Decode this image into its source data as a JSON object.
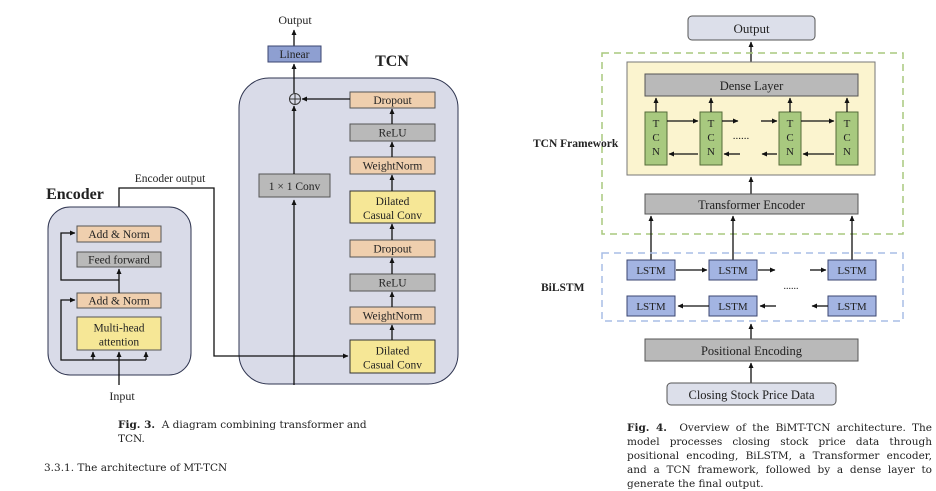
{
  "figure3": {
    "output_label": "Output",
    "linear_label": "Linear",
    "tcn_title": "TCN",
    "encoder_title": "Encoder",
    "encoder_output_label": "Encoder output",
    "input_label": "Input",
    "conv1x1_label": "1 × 1 Conv",
    "tcn_blocks": [
      {
        "line1": "Dropout",
        "line2": ""
      },
      {
        "line1": "ReLU",
        "line2": ""
      },
      {
        "line1": "WeightNorm",
        "line2": ""
      },
      {
        "line1": "Dilated",
        "line2": "Casual Conv"
      },
      {
        "line1": "Dropout",
        "line2": ""
      },
      {
        "line1": "ReLU",
        "line2": ""
      },
      {
        "line1": "WeightNorm",
        "line2": ""
      },
      {
        "line1": "Dilated",
        "line2": "Casual Conv"
      }
    ],
    "encoder_blocks": [
      {
        "line1": "Add & Norm",
        "line2": ""
      },
      {
        "line1": "Feed forward",
        "line2": ""
      },
      {
        "line1": "Add & Norm",
        "line2": ""
      },
      {
        "line1": "Multi-head",
        "line2": "attention"
      }
    ],
    "caption_label": "Fig. 3.",
    "caption_text": "A diagram combining transformer and TCN."
  },
  "figure4": {
    "output_label": "Output",
    "dense_label": "Dense Layer",
    "tcn_letters": [
      "T",
      "C",
      "N"
    ],
    "tcn_framework_label": "TCN Framework",
    "transformer_label": "Transformer Encoder",
    "bilstm_label": "BiLSTM",
    "lstm_label": "LSTM",
    "ellipsis": "......",
    "positional_label": "Positional Encoding",
    "input_label": "Closing Stock Price Data",
    "caption_label": "Fig. 4.",
    "caption_text": "Overview of the BiMT-TCN architecture. The model processes closing stock price data through positional encoding, BiLSTM, a Transformer encoder, and a TCN framework, followed by a dense layer to generate the final output."
  },
  "section_heading": "3.3.1. The architecture of MT-TCN",
  "colors": {
    "container": "#d9dbe8",
    "peach": "#efcfae",
    "gray": "#b9b9b9",
    "yellow": "#f6e796",
    "linear_blue": "#8e9fd1",
    "lstm_blue": "#a3b4e2",
    "tcn_green": "#a8c97f",
    "framework_yellow": "#fbf4cf",
    "green_dash": "#a8c97f",
    "blue_dash": "#a9bde6"
  }
}
